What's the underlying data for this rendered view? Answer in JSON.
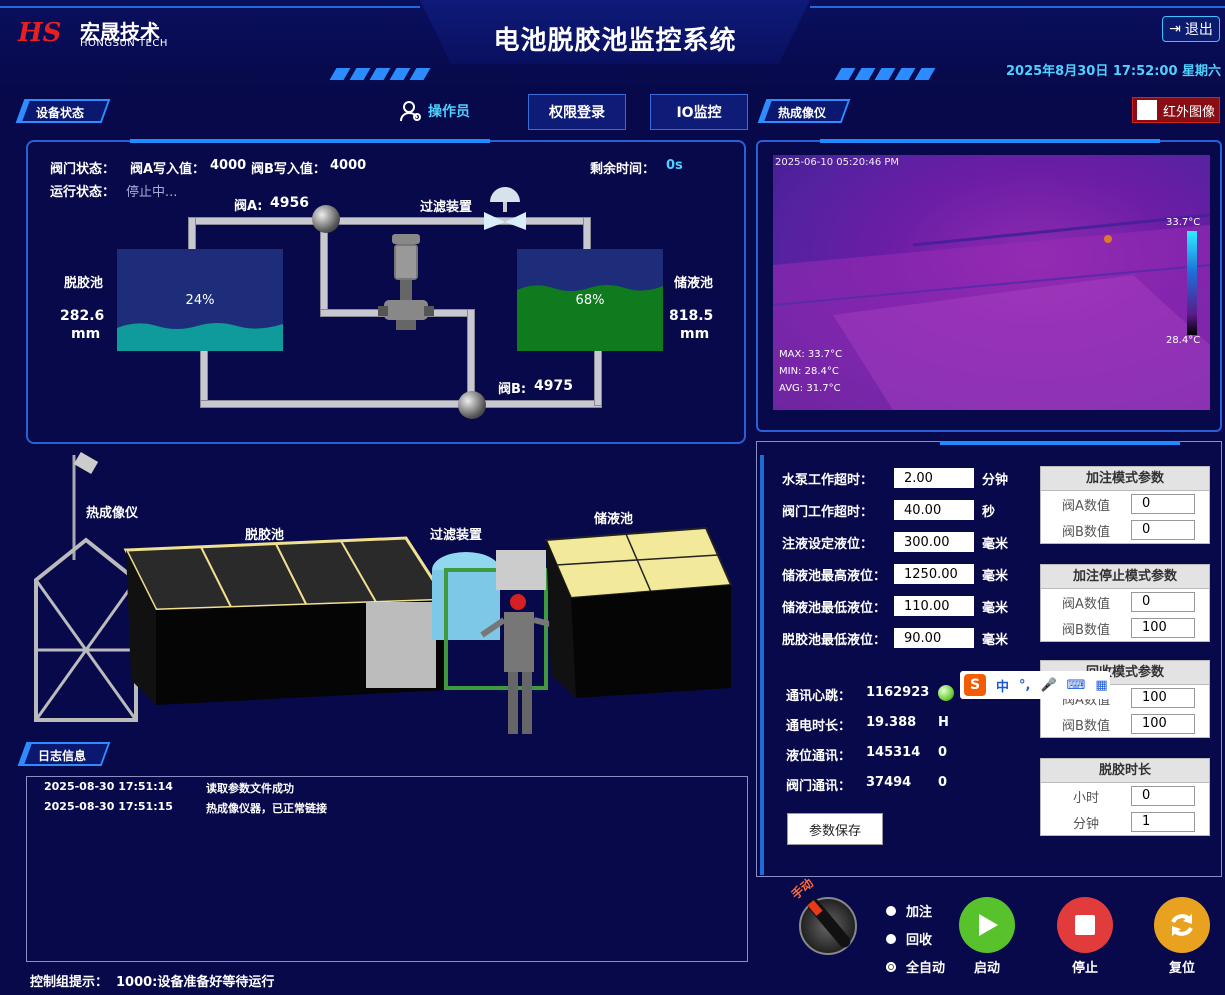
{
  "header": {
    "logo_mark": "HS",
    "logo_cn": "宏晟技术",
    "logo_en": "HONGSUN TECH",
    "title": "电池脱胶池监控系统",
    "exit_label": "退出",
    "datetime": "2025年8月30日 17:52:00 星期六"
  },
  "nav": {
    "device_status": "设备状态",
    "operator": "操作员",
    "login": "权限登录",
    "io_monitor": "IO监控",
    "thermal_imager": "热成像仪",
    "infrared_image": "红外图像"
  },
  "status": {
    "valve_status_label": "阀门状态：",
    "valve_a_write_label": "阀A写入值：",
    "valve_a_write": "4000",
    "valve_b_write_label": "阀B写入值：",
    "valve_b_write": "4000",
    "remaining_label": "剩余时间：",
    "remaining": "0s",
    "run_status_label": "运行状态：",
    "run_status": "停止中..."
  },
  "diagram": {
    "valve_a_label": "阀A:",
    "valve_a_value": "4956",
    "filter_label": "过滤装置",
    "valve_b_label": "阀B:",
    "valve_b_value": "4975",
    "left_tank": {
      "name": "脱胶池",
      "value": "282.6",
      "unit": "mm",
      "percent_text": "24%",
      "level": 0.24
    },
    "right_tank": {
      "name": "储液池",
      "value": "818.5",
      "unit": "mm",
      "percent_text": "68%",
      "level": 0.68
    }
  },
  "model": {
    "thermal_imager": "热成像仪",
    "degum_pool": "脱胶池",
    "filter": "过滤装置",
    "storage_pool": "储液池"
  },
  "ir": {
    "timestamp": "2025-06-10 05:20:46 PM",
    "scale_max": "33.7°C",
    "scale_min": "28.4°C",
    "max": "MAX: 33.7°C",
    "min": "MIN: 28.4°C",
    "avg": "AVG: 31.7°C"
  },
  "params": [
    {
      "label": "水泵工作超时：",
      "value": "2.00",
      "unit": "分钟"
    },
    {
      "label": "阀门工作超时：",
      "value": "40.00",
      "unit": "秒"
    },
    {
      "label": "注液设定液位：",
      "value": "300.00",
      "unit": "毫米"
    },
    {
      "label": "储液池最高液位：",
      "value": "1250.00",
      "unit": "毫米"
    },
    {
      "label": "储液池最低液位：",
      "value": "110.00",
      "unit": "毫米"
    },
    {
      "label": "脱胶池最低液位：",
      "value": "90.00",
      "unit": "毫米"
    }
  ],
  "modes": [
    {
      "title": "加注模式参数",
      "rows": [
        {
          "k": "阀A数值",
          "v": "0"
        },
        {
          "k": "阀B数值",
          "v": "0"
        }
      ]
    },
    {
      "title": "加注停止模式参数",
      "rows": [
        {
          "k": "阀A数值",
          "v": "0"
        },
        {
          "k": "阀B数值",
          "v": "100"
        }
      ]
    },
    {
      "title": "回收模式参数",
      "rows": [
        {
          "k": "阀A数值",
          "v": "100"
        },
        {
          "k": "阀B数值",
          "v": "100"
        }
      ]
    },
    {
      "title": "脱胶时长",
      "rows": [
        {
          "k": "小时",
          "v": "0"
        },
        {
          "k": "分钟",
          "v": "1"
        }
      ]
    }
  ],
  "comm": [
    {
      "label": "通讯心跳：",
      "value": "1162923",
      "extra": ""
    },
    {
      "label": "通电时长：",
      "value": "19.388",
      "extra": "H"
    },
    {
      "label": "液位通讯：",
      "value": "145314",
      "extra": "0"
    },
    {
      "label": "阀门通讯：",
      "value": "37494",
      "extra": "0"
    }
  ],
  "save_label": "参数保存",
  "ime": {
    "zh": "中",
    "punct": "°,"
  },
  "log": {
    "title": "日志信息",
    "entries": [
      {
        "time": "2025-08-30 17:51:14",
        "msg": "读取参数文件成功"
      },
      {
        "time": "2025-08-30 17:51:15",
        "msg": "热成像仪器，已正常链接"
      }
    ]
  },
  "control": {
    "hint_label": "控制组提示：",
    "hint": "1000:设备准备好等待运行",
    "manual": "手动",
    "radio": [
      {
        "label": "加注",
        "selected": false
      },
      {
        "label": "回收",
        "selected": false
      },
      {
        "label": "全自动",
        "selected": true
      }
    ],
    "start": "启动",
    "stop": "停止",
    "reset": "复位"
  },
  "colors": {
    "accent": "#2f8cff",
    "bg": "#07094a",
    "cyan": "#4fd0ff",
    "start": "#58c22c",
    "stop": "#e23b3b",
    "reset": "#e8a21f"
  }
}
